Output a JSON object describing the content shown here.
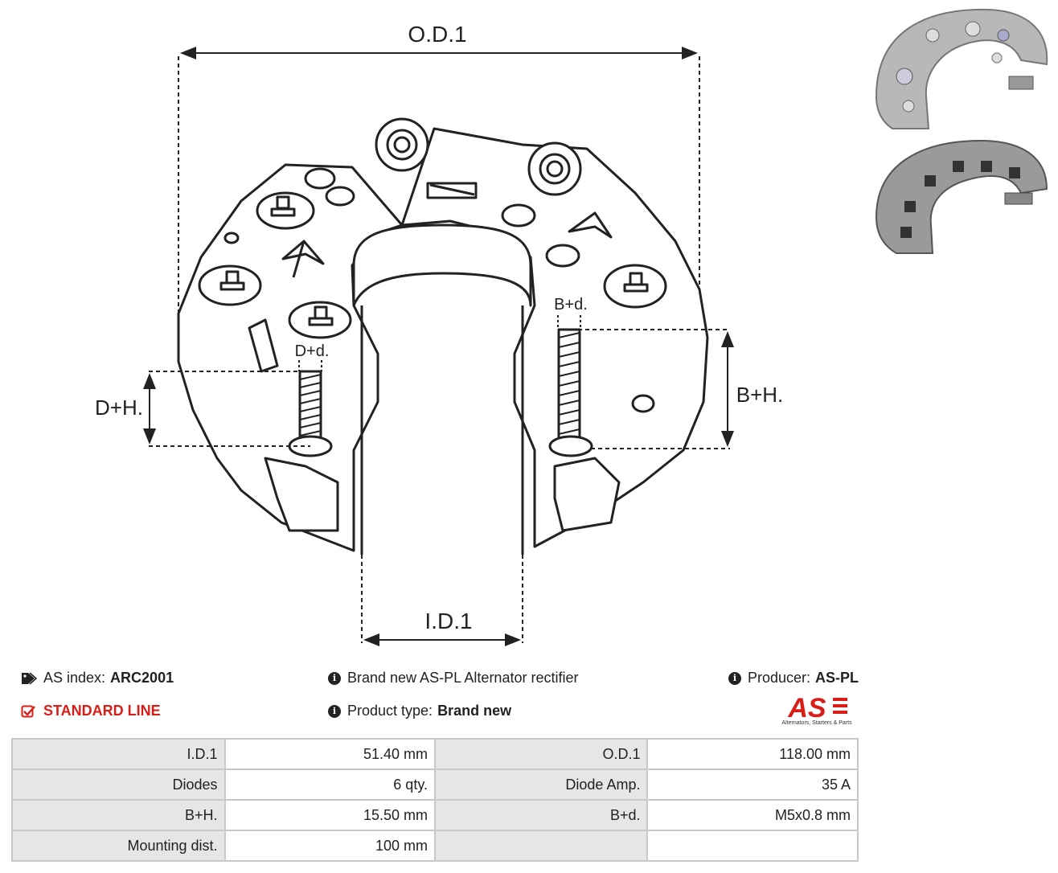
{
  "drawing": {
    "od_label": "O.D.1",
    "id_label": "I.D.1",
    "dh_label": "D+H.",
    "dd_label": "D+d.",
    "bh_label": "B+H.",
    "bd_label": "B+d."
  },
  "info": {
    "as_index_label": "AS index:",
    "as_index_value": "ARC2001",
    "line": "STANDARD LINE",
    "description": "Brand new AS-PL Alternator rectifier",
    "product_type_label": "Product type:",
    "product_type_value": "Brand new",
    "producer_label": "Producer:",
    "producer_value": "AS-PL"
  },
  "logo": {
    "mark": "AS",
    "tagline": "Alternators, Starters & Parts",
    "color": "#d91e18"
  },
  "specs": [
    {
      "k1": "I.D.1",
      "v1": "51.40 mm",
      "k2": "O.D.1",
      "v2": "118.00 mm"
    },
    {
      "k1": "Diodes",
      "v1": "6 qty.",
      "k2": "Diode Amp.",
      "v2": "35 A"
    },
    {
      "k1": "B+H.",
      "v1": "15.50 mm",
      "k2": "B+d.",
      "v2": "M5x0.8 mm"
    },
    {
      "k1": "Mounting dist.",
      "v1": "100 mm",
      "k2": "",
      "v2": ""
    }
  ]
}
